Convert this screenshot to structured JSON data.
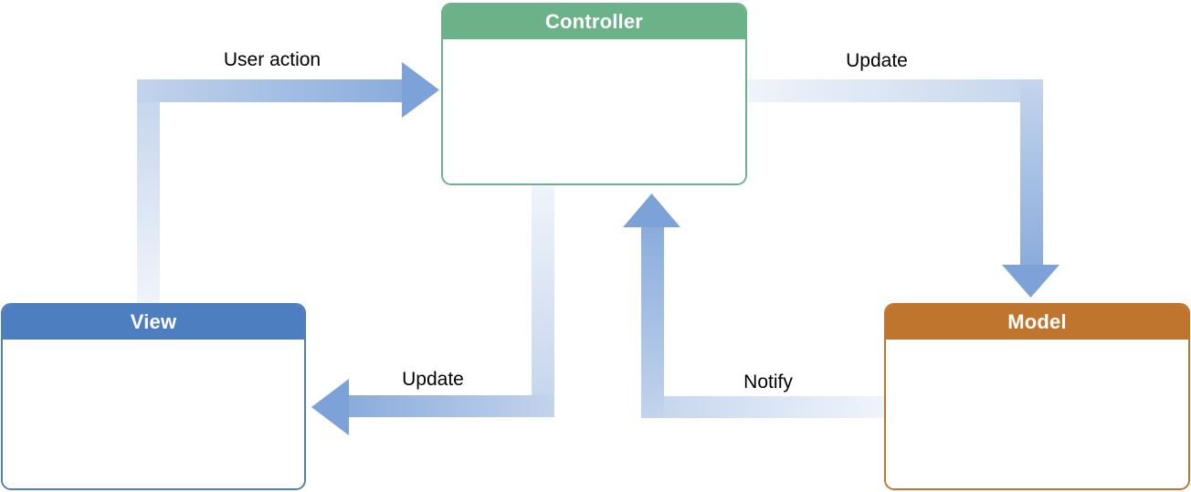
{
  "diagram": {
    "nodes": [
      {
        "id": "controller",
        "label": "Controller",
        "color": "#6bb288"
      },
      {
        "id": "view",
        "label": "View",
        "color": "#4d7ec0"
      },
      {
        "id": "model",
        "label": "Model",
        "color": "#c0752f"
      }
    ],
    "edges": [
      {
        "id": "user-action",
        "label": "User action",
        "from": "View",
        "to": "Controller"
      },
      {
        "id": "update-model",
        "label": "Update",
        "from": "Controller",
        "to": "Model"
      },
      {
        "id": "update-view",
        "label": "Update",
        "from": "Controller",
        "to": "View"
      },
      {
        "id": "notify",
        "label": "Notify",
        "from": "Model",
        "to": "Controller"
      }
    ],
    "colors": {
      "arrow_tail": "#f0f4fb",
      "arrow_mid": "#c3d4ec",
      "arrow_dark": "#8aacdc",
      "arrow_head": "#7da2d7",
      "edge_label_text": "#000000",
      "node_title_text": "#ffffff",
      "background": "#ffffff"
    }
  }
}
